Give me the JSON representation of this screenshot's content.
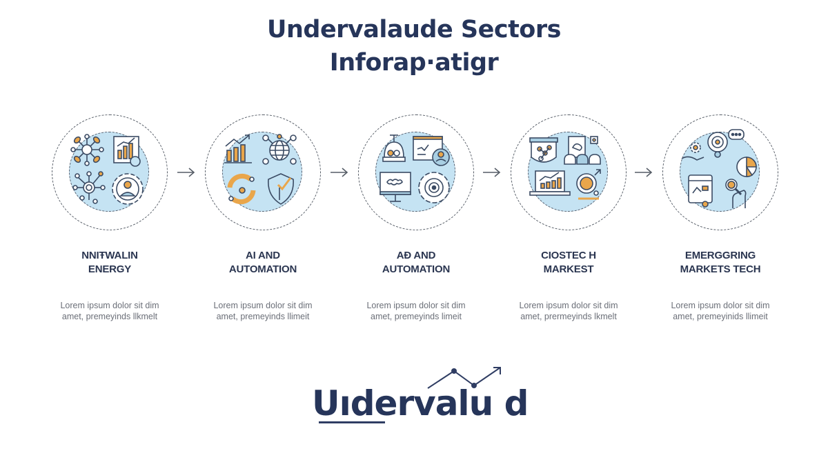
{
  "header": {
    "title_line1": "Undervalaude Sectors",
    "title_line2": "Inforap·atigr"
  },
  "colors": {
    "title": "#26355a",
    "circle_fill": "#c5e3f3",
    "accent_orange": "#e9a64b",
    "outline": "#3a4a63",
    "body_text": "#6b6f78"
  },
  "steps": [
    {
      "label_line1": "NNIŦWALIN",
      "label_line2": "ENERGY",
      "desc_line1": "Lorem ipsum dolor sit dim",
      "desc_line2": "amet, premeyinds llkmelt",
      "icons": [
        "network-nodes-icon",
        "bar-chart-report-icon",
        "molecule-network-icon",
        "gear-person-icon"
      ]
    },
    {
      "label_line1": "AI AND",
      "label_line2": "AUTOMATION",
      "desc_line1": "Lorem ipsum dolor sit dim",
      "desc_line2": "amet, premeyinds llimeit",
      "icons": [
        "growth-bar-chart-icon",
        "global-network-people-icon",
        "cycle-refresh-icon",
        "shield-check-icon"
      ]
    },
    {
      "label_line1": "AƉ AND",
      "label_line2": "AUTOMATION",
      "desc_line1": "Lorem ipsum dolor sit dim",
      "desc_line2": "amet, premeyinds limeit",
      "icons": [
        "robot-lab-icon",
        "browser-window-user-icon",
        "monitor-map-icon",
        "gear-target-icon"
      ]
    },
    {
      "label_line1": "CIOSTEC H",
      "label_line2": "MARKEST",
      "desc_line1": "Lorem ipsum dolor sit dim",
      "desc_line2": "amet, prermeyinds lkmelt",
      "icons": [
        "shield-molecule-icon",
        "presentation-team-icon",
        "laptop-growth-chart-icon",
        "globe-magnifier-icon"
      ]
    },
    {
      "label_line1": "EMERGGRING",
      "label_line2": "MARKETS TECH",
      "desc_line1": "Lorem ipsum dolor sit dim",
      "desc_line2": "amet, premeyinids llimeit",
      "icons": [
        "hand-gear-target-icon",
        "pie-chart-icon",
        "tablet-chart-icon",
        "hand-magnifier-icon"
      ]
    }
  ],
  "logo": {
    "text": "Uıdervalu d"
  }
}
